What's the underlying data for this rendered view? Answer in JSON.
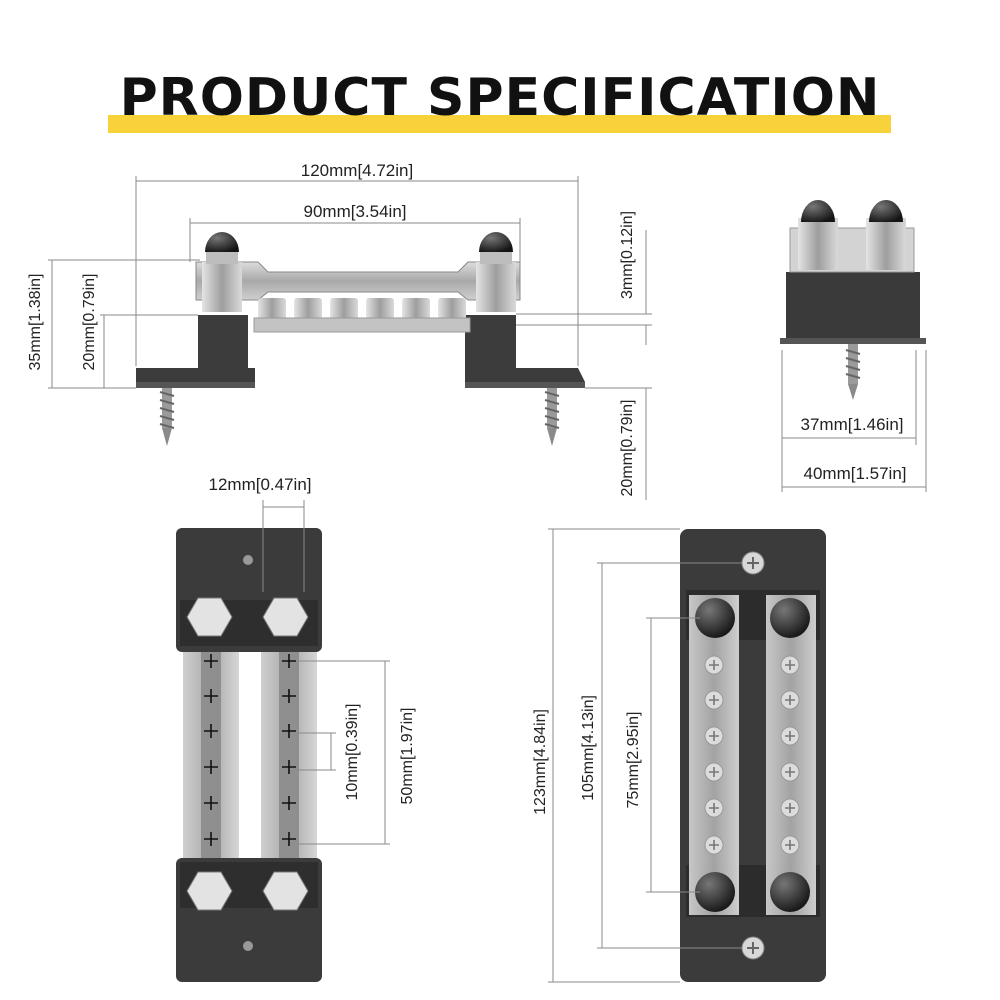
{
  "title": "PRODUCT SPECIFICATION",
  "colors": {
    "title_band": "#f7d23a",
    "body": "#3e3e3e",
    "bar": "#b7b7b7",
    "dimension_line": "#8a8a8a"
  },
  "front_view": {
    "overall_width": "120mm[4.72in]",
    "stud_spacing": "90mm[3.54in]",
    "overall_height": "35mm[1.38in]",
    "body_height": "20mm[0.79in]",
    "bar_thickness": "3mm[0.12in]",
    "screw_length": "20mm[0.79in]"
  },
  "side_view": {
    "inner_width": "37mm[1.46in]",
    "outer_width": "40mm[1.57in]"
  },
  "bottom_view": {
    "stud_offset": "12mm[0.47in]",
    "screw_pitch": "10mm[0.39in]",
    "screw_span": "50mm[1.97in]"
  },
  "top_view": {
    "overall_length": "123mm[4.84in]",
    "mount_hole_spacing": "105mm[4.13in]",
    "stud_spacing": "75mm[2.95in]"
  }
}
